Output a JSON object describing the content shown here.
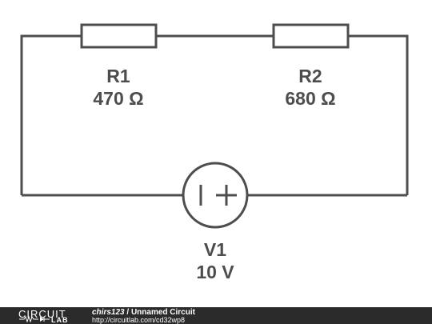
{
  "circuit": {
    "components": [
      {
        "id": "R1",
        "value": "470 Ω"
      },
      {
        "id": "R2",
        "value": "680 Ω"
      },
      {
        "id": "V1",
        "value": "10 V"
      }
    ],
    "source_symbol": "| +"
  },
  "footer": {
    "logo_top": "CIRCUIT",
    "logo_bottom": "LAB",
    "user": "chirs123",
    "separator": " / ",
    "circuit_name": "Unnamed Circuit",
    "url": "http://circuitlab.com/cd32wp8"
  },
  "colors": {
    "wire": "#4d4d4d",
    "footer_bg": "#2b2b2b",
    "footer_text": "#ffffff"
  }
}
